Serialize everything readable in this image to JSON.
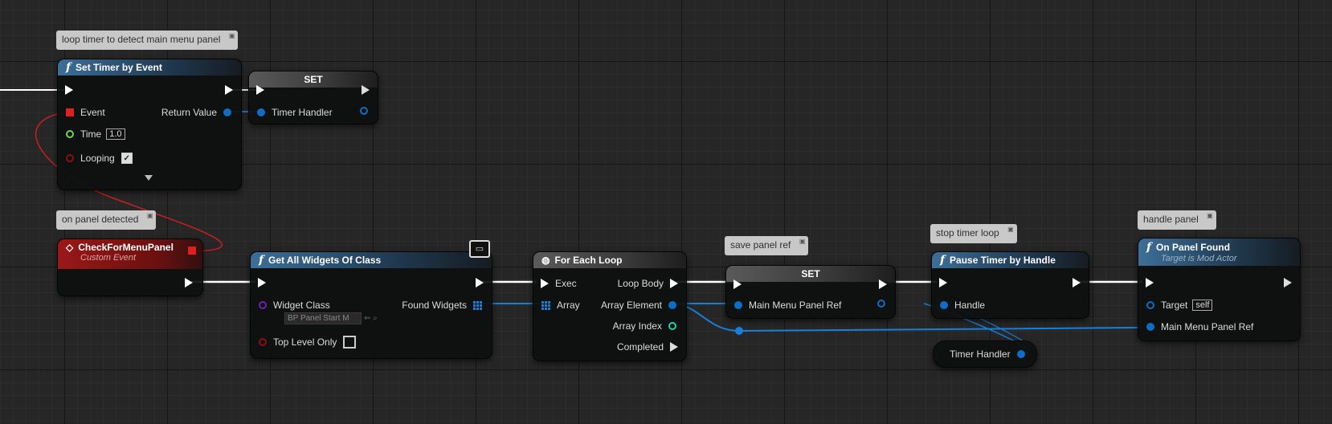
{
  "comments": {
    "loop_timer": "loop timer to detect main menu panel",
    "on_panel_detected": "on panel detected",
    "save_panel_ref": "save panel ref",
    "stop_timer_loop": "stop timer loop",
    "handle_panel": "handle panel"
  },
  "nodes": {
    "set_timer": {
      "title": "Set Timer by Event",
      "event_label": "Event",
      "return_label": "Return Value",
      "time_label": "Time",
      "time_value": "1.0",
      "looping_label": "Looping"
    },
    "set_timer_handler": {
      "title": "SET",
      "pin": "Timer Handler"
    },
    "check_menu": {
      "title": "CheckForMenuPanel",
      "subtitle": "Custom Event"
    },
    "get_widgets": {
      "title": "Get All Widgets Of Class",
      "widget_class_label": "Widget Class",
      "widget_class_value": "BP Panel Start M",
      "found_label": "Found Widgets",
      "top_level_label": "Top Level Only"
    },
    "foreach": {
      "title": "For Each Loop",
      "exec_label": "Exec",
      "array_label": "Array",
      "loop_body_label": "Loop Body",
      "array_element_label": "Array Element",
      "array_index_label": "Array Index",
      "completed_label": "Completed"
    },
    "set_panel_ref": {
      "title": "SET",
      "pin": "Main Menu Panel Ref"
    },
    "pause_timer": {
      "title": "Pause Timer by Handle",
      "handle_label": "Handle"
    },
    "timer_handler_get": {
      "label": "Timer Handler"
    },
    "on_panel_found": {
      "title": "On Panel Found",
      "subtitle": "Target is Mod Actor",
      "target_label": "Target",
      "target_value": "self",
      "pin": "Main Menu Panel Ref"
    }
  },
  "colors": {
    "exec_wire": "#ffffff",
    "object_wire": "#0c6ec4",
    "delegate_wire": "#e02020"
  },
  "icons": [
    "function-icon",
    "event-icon",
    "foreach-icon",
    "widget-icon",
    "comment-marker-icon"
  ]
}
